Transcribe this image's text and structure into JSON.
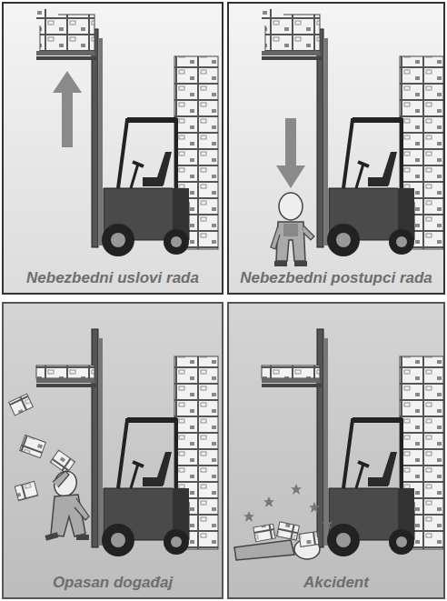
{
  "diagram": {
    "nodes": [
      {
        "text": [
          "Nebezbedni uslovi rada"
        ]
      },
      {
        "text": [
          "Nebezbedni postupci rada"
        ]
      },
      {
        "text": [
          "Opasan događaj"
        ]
      },
      {
        "text": [
          "Akcident"
        ]
      }
    ]
  }
}
